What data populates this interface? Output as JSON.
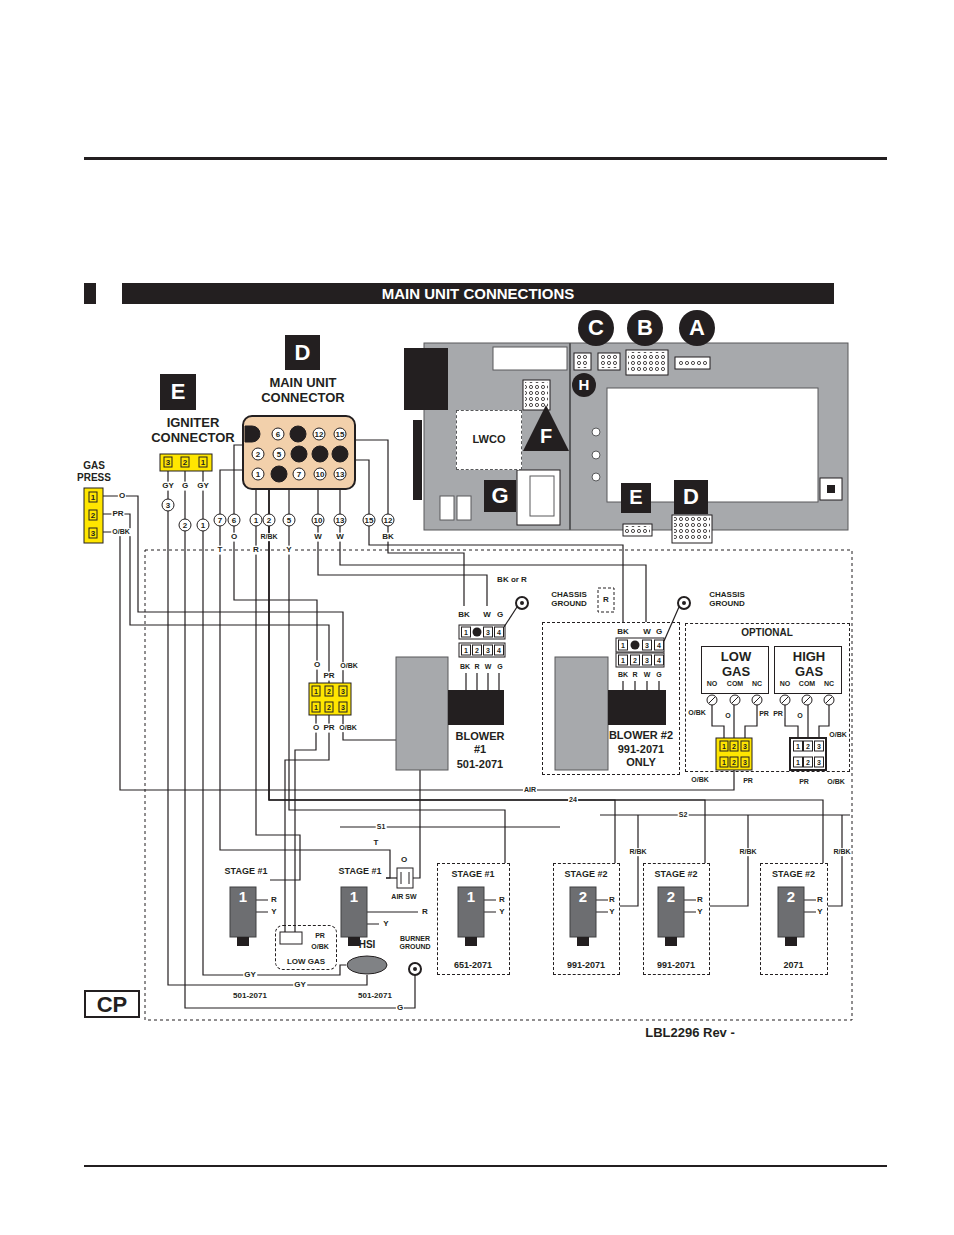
{
  "diagram": {
    "title": "MAIN UNIT CONNECTIONS",
    "nodes": [
      {
        "text": [
          "D"
        ]
      },
      {
        "text": [
          "MAIN UNIT CONNECTOR"
        ]
      },
      {
        "text": [
          "E"
        ]
      },
      {
        "text": [
          "IGNITER CONNECTOR"
        ]
      },
      {
        "text": [
          "GAS PRESS"
        ]
      },
      {
        "text": [
          "C"
        ]
      },
      {
        "text": [
          "B"
        ]
      },
      {
        "text": [
          "A"
        ]
      },
      {
        "text": [
          "H"
        ]
      },
      {
        "text": [
          "LWCO"
        ]
      },
      {
        "text": [
          "F"
        ]
      },
      {
        "text": [
          "G"
        ]
      },
      {
        "text": [
          "E"
        ]
      },
      {
        "text": [
          "D"
        ]
      },
      {
        "text": [
          "BLOWER #1",
          "501-2071"
        ]
      },
      {
        "text": [
          "BLOWER #2",
          "991-2071 ONLY"
        ]
      },
      {
        "text": [
          "OPTIONAL"
        ]
      },
      {
        "text": [
          "LOW GAS"
        ],
        "in": 16
      },
      {
        "text": [
          "HIGH GAS"
        ],
        "in": 16
      },
      {
        "text": [
          "STAGE #1",
          "1"
        ]
      },
      {
        "text": [
          "LOW GAS"
        ]
      },
      {
        "text": [
          "STAGE #1",
          "1"
        ]
      },
      {
        "text": [
          "STAGE #1",
          "1",
          "651-2071"
        ]
      },
      {
        "text": [
          "STAGE #2",
          "2",
          "991-2071"
        ]
      },
      {
        "text": [
          "STAGE #2",
          "2",
          "991-2071"
        ]
      },
      {
        "text": [
          "STAGE #2",
          "2",
          "2071"
        ]
      },
      {
        "text": [
          "HSI"
        ]
      },
      {
        "text": [
          "CP"
        ]
      }
    ],
    "edges": [
      {
        "from": 1,
        "to": 14,
        "arrow": "none"
      },
      {
        "from": 1,
        "to": 15,
        "arrow": "none"
      },
      {
        "from": 1,
        "to": 14,
        "arrow": "none"
      },
      {
        "from": 1,
        "to": 15,
        "arrow": "none"
      },
      {
        "from": 3,
        "to": 26,
        "arrow": "none"
      },
      {
        "from": 1,
        "to": 21,
        "arrow": "none"
      },
      {
        "from": 1,
        "to": 19,
        "arrow": "none"
      },
      {
        "from": 1,
        "to": 22,
        "arrow": "none"
      },
      {
        "from": 1,
        "to": 23,
        "arrow": "none"
      },
      {
        "from": 1,
        "to": 24,
        "arrow": "none"
      },
      {
        "from": 1,
        "to": 25,
        "arrow": "none"
      }
    ],
    "labels": [
      "3",
      "2",
      "1",
      "GY",
      "G",
      "GY",
      "1",
      "2",
      "3",
      "O",
      "PR",
      "O/BK",
      "6",
      "12",
      "15",
      "2",
      "5",
      "1",
      "7",
      "10",
      "13",
      "3",
      "2",
      "1",
      "7",
      "6",
      "1",
      "2",
      "5",
      "10",
      "13",
      "15",
      "12",
      "T",
      "O",
      "R",
      "R/BK",
      "Y",
      "W",
      "W",
      "BK",
      "BK",
      "W",
      "G",
      "CHASSIS GROUND",
      "BK or R",
      "1",
      "3",
      "4",
      "1",
      "2",
      "3",
      "4",
      "BK",
      "R",
      "W",
      "G",
      "R",
      "BK",
      "W",
      "G",
      "1",
      "3",
      "4",
      "1",
      "2",
      "3",
      "4",
      "BK",
      "R",
      "W",
      "G",
      "CHASSIS GROUND",
      "NO",
      "COM",
      "NC",
      "NO",
      "COM",
      "NC",
      "O/BK",
      "O",
      "PR",
      "PR",
      "O",
      "O/BK",
      "1",
      "2",
      "3",
      "1",
      "2",
      "3",
      "1",
      "2",
      "3",
      "1",
      "2",
      "3",
      "O/BK",
      "PR",
      "PR",
      "O/BK",
      "O",
      "PR",
      "O/BK",
      "1",
      "2",
      "3",
      "1",
      "2",
      "3",
      "O",
      "PR",
      "O/BK",
      "AIR",
      "24",
      "S1",
      "S2",
      "R",
      "Y",
      "T",
      "O",
      "AIR SW",
      "R",
      "Y",
      "R",
      "Y",
      "R/BK",
      "R",
      "Y",
      "R/BK",
      "R",
      "Y",
      "R/BK",
      "R",
      "Y",
      "PR",
      "O/BK",
      "BURNER GROUND",
      "GY",
      "GY",
      "G",
      "501-2071",
      "501-2071",
      "LBL2296 Rev -"
    ]
  }
}
